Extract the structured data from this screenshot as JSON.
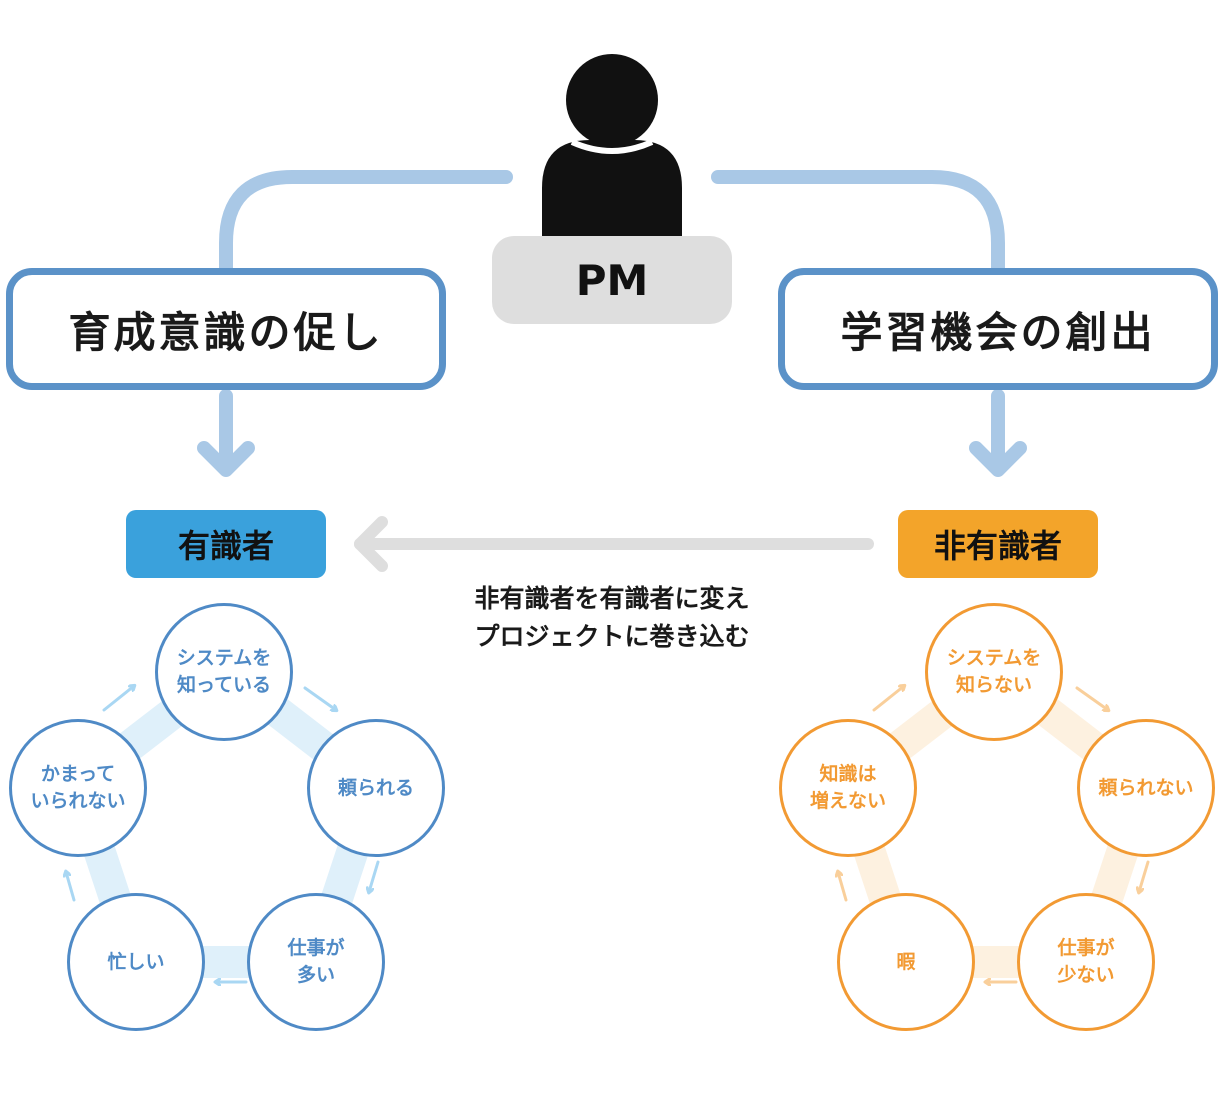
{
  "pm": {
    "label": "PM"
  },
  "goals": {
    "left": "育成意識の促し",
    "right": "学習機会の創出"
  },
  "groups": {
    "left": "有識者",
    "right": "非有識者"
  },
  "caption": {
    "line1": "非有識者を有識者に変え",
    "line2": "プロジェクトに巻き込む"
  },
  "cycles": {
    "left": [
      "システムを\n知っている",
      "頼られる",
      "仕事が\n多い",
      "忙しい",
      "かまって\nいられない"
    ],
    "right": [
      "システムを\n知らない",
      "頼られない",
      "仕事が\n少ない",
      "暇",
      "知識は\n増えない"
    ]
  },
  "colors": {
    "goal_border": "#5b92c8",
    "connector": "#a9c8e6",
    "left_accent": "#3aa1dc",
    "right_accent": "#f3a42a",
    "left_ring": "#dff0fa",
    "right_ring": "#fdf1e0",
    "left_node": "#4f8ac6",
    "right_node": "#f29a33"
  },
  "icons": {
    "person": "person-icon"
  }
}
